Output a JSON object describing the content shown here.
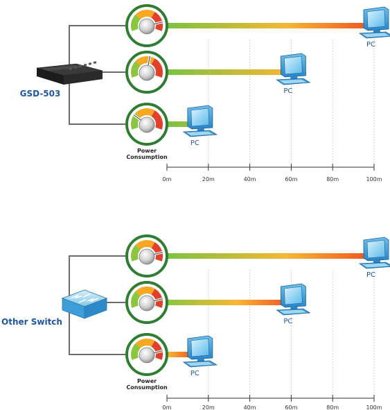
{
  "panels": [
    {
      "switch_label": "GSD-503",
      "switch_type": "gsd-503-switch",
      "power_label_line1": "Power",
      "power_label_line2": "Consumption",
      "pc_label": "PC",
      "axis_ticks": [
        "0m",
        "20m",
        "40m",
        "60m",
        "80m",
        "100m"
      ],
      "rows": [
        {
          "distance_m": 100,
          "gauge_level": 0.85
        },
        {
          "distance_m": 60,
          "gauge_level": 0.55
        },
        {
          "distance_m": 15,
          "gauge_level": 0.25
        }
      ]
    },
    {
      "switch_label": "Other Switch",
      "switch_type": "other-switch",
      "power_label_line1": "Power",
      "power_label_line2": "Consumption",
      "pc_label": "PC",
      "axis_ticks": [
        "0m",
        "20m",
        "40m",
        "60m",
        "80m",
        "100m"
      ],
      "rows": [
        {
          "distance_m": 100,
          "gauge_level": 0.85
        },
        {
          "distance_m": 60,
          "gauge_level": 0.85
        },
        {
          "distance_m": 15,
          "gauge_level": 0.85
        }
      ]
    }
  ],
  "colors": {
    "gauge_ring": "#2e7d32",
    "link_line": "#6b6b6b",
    "label_blue": "#1f56a3",
    "bar_green": "#8cc63f",
    "bar_yellow": "#f5b335",
    "bar_orange": "#f15a24"
  }
}
